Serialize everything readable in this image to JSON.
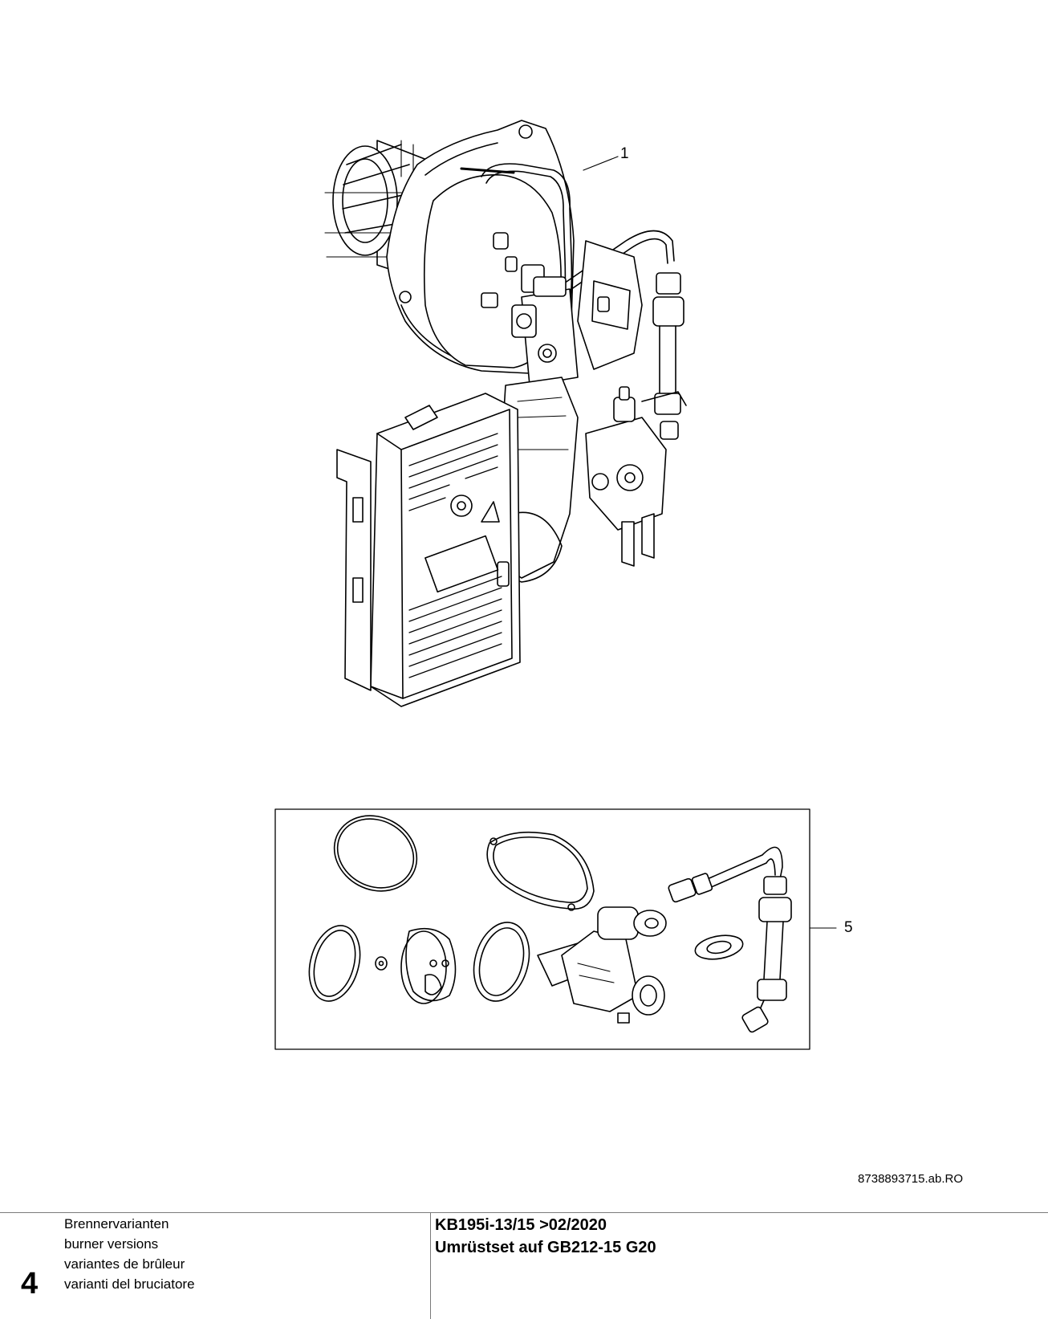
{
  "callouts": {
    "part_1": "1",
    "part_5": "5"
  },
  "document_id": "8738893715.ab.RO",
  "footer": {
    "page_number": "4",
    "labels": [
      "Brennervarianten",
      "burner versions",
      "variantes de brûleur",
      "varianti del bruciatore"
    ],
    "title_line_1": "KB195i-13/15 >02/2020",
    "title_line_2": "Umrüstset auf GB212-15 G20"
  },
  "colors": {
    "line": "#000000",
    "divider": "#7a7a7a",
    "background": "#ffffff"
  }
}
